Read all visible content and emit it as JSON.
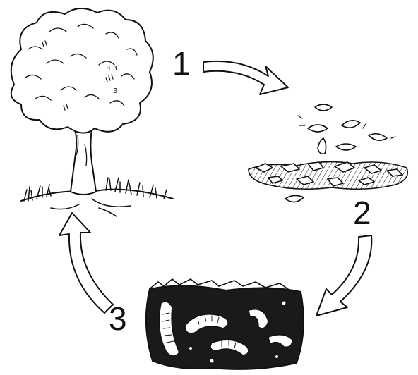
{
  "cycle": {
    "steps": [
      {
        "number": "1"
      },
      {
        "number": "2"
      },
      {
        "number": "3"
      }
    ]
  },
  "colors": {
    "ink": "#111111",
    "paper": "#ffffff",
    "soil": "#1a1a1a"
  },
  "icons": [
    "tree-icon",
    "falling-leaves-icon",
    "earthworms-in-soil-icon"
  ]
}
